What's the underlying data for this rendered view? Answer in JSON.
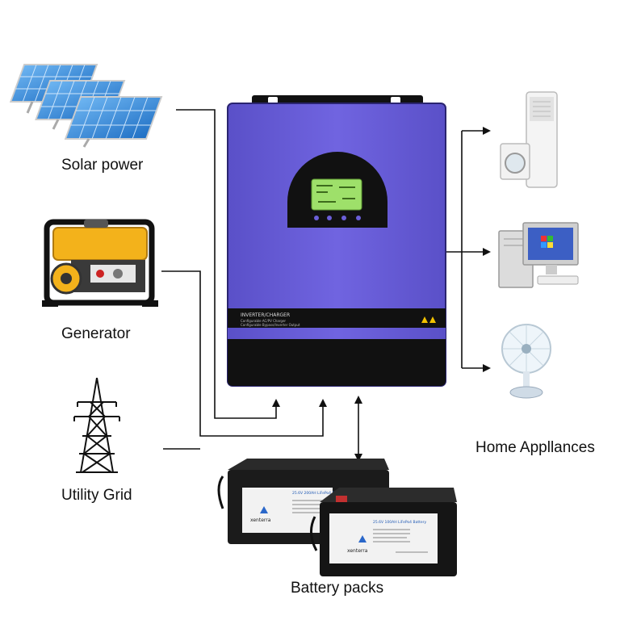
{
  "sources": {
    "solar_label": "Solar power",
    "generator_label": "Generator",
    "grid_label": "Utility Grid"
  },
  "loads": {
    "label": "Home Appllances"
  },
  "battery": {
    "label": "Battery packs",
    "brand": "xenterra",
    "battery1_title": "25.6V 200AH LiFePo4 Battery",
    "battery2_title": "25.6V 100AH LiFePo4 Battery"
  },
  "inverter": {
    "panel_title": "INVERTER/CHARGER",
    "feature1": "Configurable AC/PV Charger",
    "feature2": "Configurable Bypass/Inverter Output"
  },
  "colors": {
    "inverter_body": "#6b5fd8",
    "inverter_dark": "#111111",
    "lcd": "#9ee06a",
    "generator_frame": "#111111",
    "generator_tank": "#f3b21b",
    "solar_cell": "#2f8fe0",
    "line": "#111111"
  }
}
